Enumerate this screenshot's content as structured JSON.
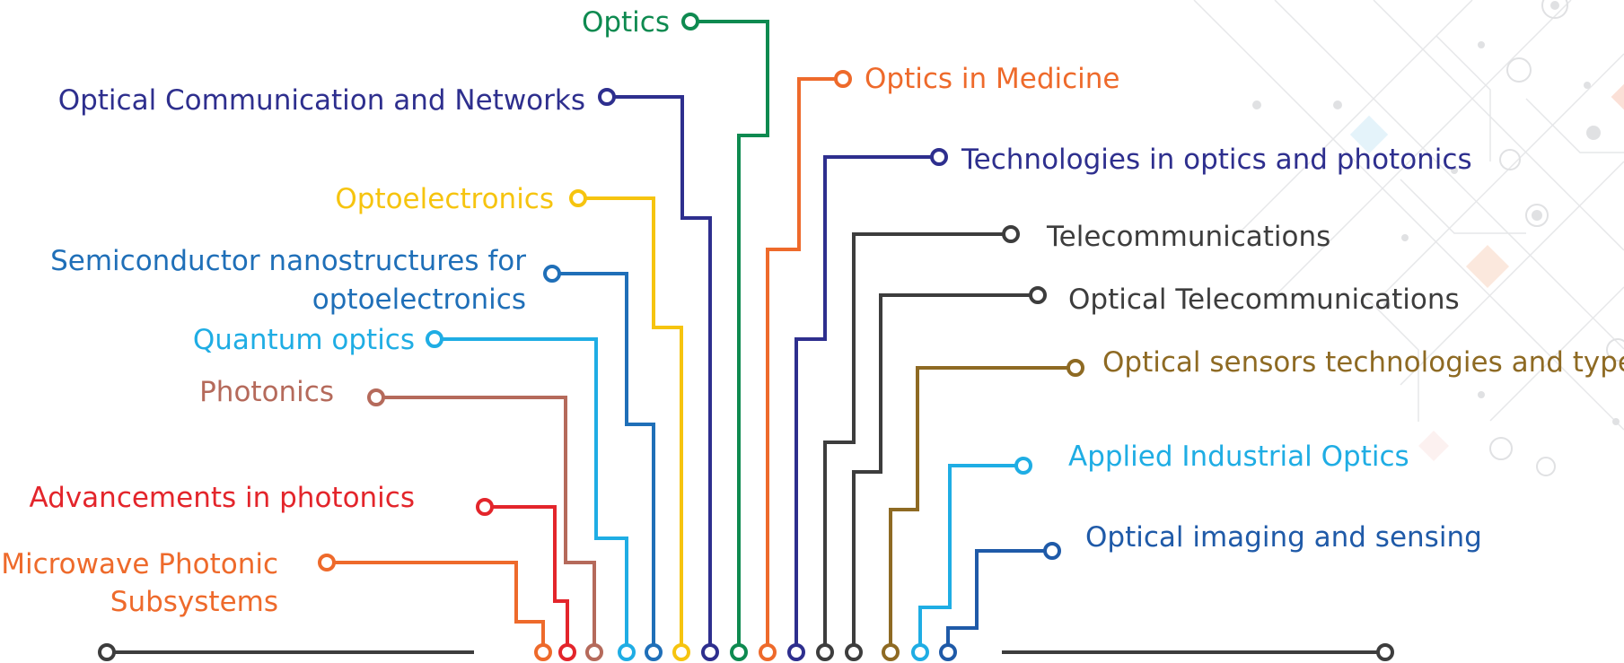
{
  "topics": [
    {
      "id": "microwave",
      "lines": [
        "Microwave Photonic",
        "Subsystems"
      ],
      "color": "#ee6a2b"
    },
    {
      "id": "advancements",
      "lines": [
        "Advancements in photonics"
      ],
      "color": "#e3252b"
    },
    {
      "id": "photonics",
      "lines": [
        "Photonics"
      ],
      "color": "#b56a5b"
    },
    {
      "id": "quantum",
      "lines": [
        "Quantum optics"
      ],
      "color": "#1fade4"
    },
    {
      "id": "semiconductor",
      "lines": [
        "Semiconductor nanostructures for",
        "optoelectronics"
      ],
      "color": "#1f6fb8"
    },
    {
      "id": "optoelectronics",
      "lines": [
        "Optoelectronics"
      ],
      "color": "#f6c40f"
    },
    {
      "id": "optical-communication",
      "lines": [
        "Optical Communication and Networks"
      ],
      "color": "#2e2f8e"
    },
    {
      "id": "optics",
      "lines": [
        "Optics"
      ],
      "color": "#0e8a50"
    },
    {
      "id": "optics-medicine",
      "lines": [
        "Optics in Medicine"
      ],
      "color": "#ee6a2b"
    },
    {
      "id": "technologies",
      "lines": [
        "Technologies in optics and photonics"
      ],
      "color": "#2e2f8e"
    },
    {
      "id": "telecommunications",
      "lines": [
        "Telecommunications"
      ],
      "color": "#3d3d3d"
    },
    {
      "id": "optical-telecom",
      "lines": [
        "Optical Telecommunications"
      ],
      "color": "#3d3d3d"
    },
    {
      "id": "sensors",
      "lines": [
        "Optical sensors technologies and types"
      ],
      "color": "#8e6a23"
    },
    {
      "id": "industrial",
      "lines": [
        "Applied Industrial Optics"
      ],
      "color": "#1fade4"
    },
    {
      "id": "imaging",
      "lines": [
        "Optical imaging and sensing"
      ],
      "color": "#1f5aa8"
    }
  ],
  "baseline_color": "#3d3d3d"
}
